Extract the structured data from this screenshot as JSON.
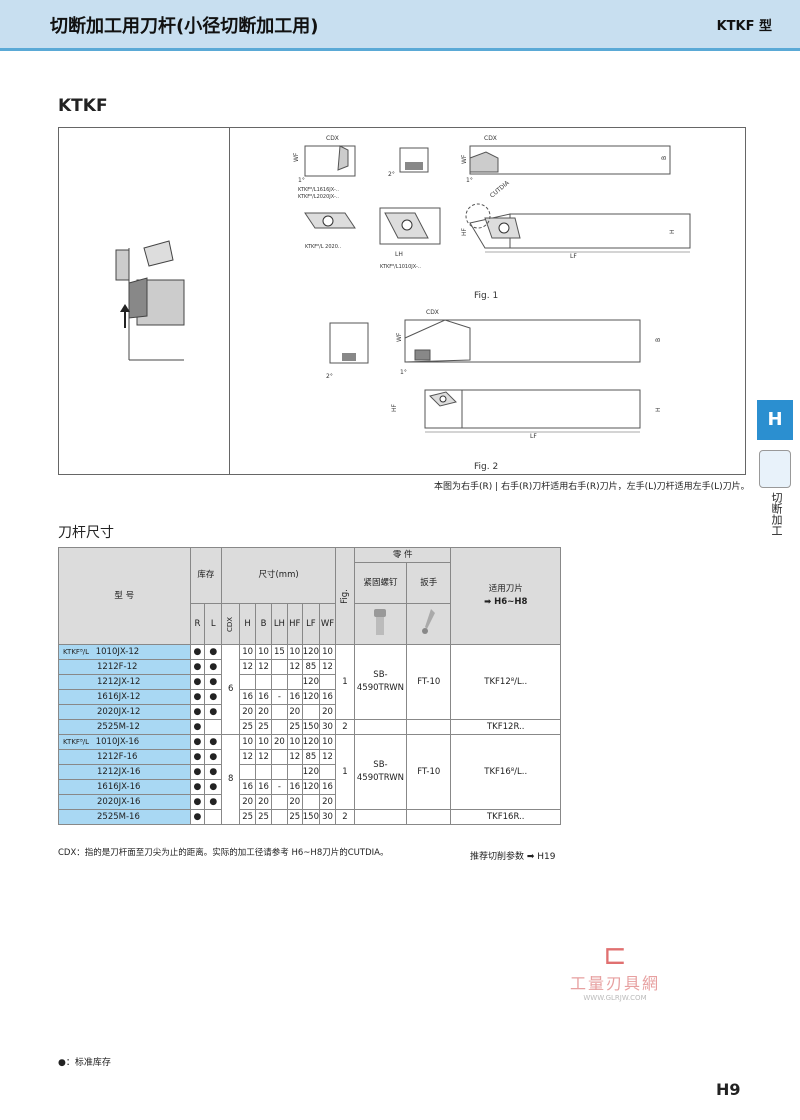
{
  "header": {
    "title": "切断加工用刀杆(小径切断加工用)",
    "type": "KTKF 型"
  },
  "section_title": "KTKF",
  "figure": {
    "fig1": "Fig. 1",
    "fig2": "Fig. 2",
    "labels": {
      "cdx": "CDX",
      "wf": "WF",
      "hf": "HF",
      "lh": "LH",
      "lf": "LF",
      "h": "H",
      "b": "B",
      "cutdia": "CUTDIA",
      "one_deg": "1°",
      "two_deg": "2°",
      "model_a": "KTKF⁸/L1616JX-..",
      "model_b": "KTKF⁸/L2020JX-..",
      "model_c": "KTKF⁸/L 2020..",
      "model_d": "KTKF⁸/L1010JX-.."
    },
    "note": "本图为右手(R) | 右手(R)刀杆适用右手(R)刀片，左手(L)刀杆适用左手(L)刀片。"
  },
  "table_title": "刀杆尺寸",
  "table": {
    "h_model": "型 号",
    "h_stock": "库存",
    "h_dims": "尺寸(mm)",
    "h_fig": "Fig.",
    "h_parts": "零 件",
    "h_screw": "紧固螺钉",
    "h_wrench": "扳手",
    "h_insert": "适用刀片",
    "h_insert_range": "➡ H6~H8",
    "c_r": "R",
    "c_l": "L",
    "c_cdx": "CDX",
    "c_h": "H",
    "c_b": "B",
    "c_lh": "LH",
    "c_hf": "HF",
    "c_lf": "LF",
    "c_wf": "WF",
    "dot": "●",
    "g1": {
      "prefix": "KTKF⁸/L",
      "cdx": "6",
      "fig1": "1",
      "fig2": "2",
      "screw": "SB-4590TRWN",
      "wrench": "FT-10",
      "insert1": "TKF12⁸/L..",
      "insert2": "TKF12R..",
      "rows": [
        {
          "m": "1010JX-12",
          "r": "●",
          "l": "●",
          "h": "10",
          "b": "10",
          "lh": "15",
          "hf": "10",
          "lf": "120",
          "wf": "10"
        },
        {
          "m": "1212F-12",
          "r": "●",
          "l": "●",
          "h": "12",
          "b": "12",
          "lh": "",
          "hf": "12",
          "lf": "85",
          "wf": "12"
        },
        {
          "m": "1212JX-12",
          "r": "●",
          "l": "●",
          "h": "",
          "b": "",
          "lh": "",
          "hf": "",
          "lf": "120",
          "wf": ""
        },
        {
          "m": "1616JX-12",
          "r": "●",
          "l": "●",
          "h": "16",
          "b": "16",
          "lh": "-",
          "hf": "16",
          "lf": "120",
          "wf": "16"
        },
        {
          "m": "2020JX-12",
          "r": "●",
          "l": "●",
          "h": "20",
          "b": "20",
          "lh": "",
          "hf": "20",
          "lf": "",
          "wf": "20"
        },
        {
          "m": "2525M-12",
          "r": "●",
          "l": "",
          "h": "25",
          "b": "25",
          "lh": "",
          "hf": "25",
          "lf": "150",
          "wf": "30"
        }
      ]
    },
    "g2": {
      "prefix": "KTKF⁸/L",
      "cdx": "8",
      "fig1": "1",
      "fig2": "2",
      "screw": "SB-4590TRWN",
      "wrench": "FT-10",
      "insert1": "TKF16⁸/L..",
      "insert2": "TKF16R..",
      "rows": [
        {
          "m": "1010JX-16",
          "r": "●",
          "l": "●",
          "h": "10",
          "b": "10",
          "lh": "20",
          "hf": "10",
          "lf": "120",
          "wf": "10"
        },
        {
          "m": "1212F-16",
          "r": "●",
          "l": "●",
          "h": "12",
          "b": "12",
          "lh": "",
          "hf": "12",
          "lf": "85",
          "wf": "12"
        },
        {
          "m": "1212JX-16",
          "r": "●",
          "l": "●",
          "h": "",
          "b": "",
          "lh": "",
          "hf": "",
          "lf": "120",
          "wf": ""
        },
        {
          "m": "1616JX-16",
          "r": "●",
          "l": "●",
          "h": "16",
          "b": "16",
          "lh": "-",
          "hf": "16",
          "lf": "120",
          "wf": "16"
        },
        {
          "m": "2020JX-16",
          "r": "●",
          "l": "●",
          "h": "20",
          "b": "20",
          "lh": "",
          "hf": "20",
          "lf": "",
          "wf": "20"
        },
        {
          "m": "2525M-16",
          "r": "●",
          "l": "",
          "h": "25",
          "b": "25",
          "lh": "",
          "hf": "25",
          "lf": "150",
          "wf": "30"
        }
      ]
    }
  },
  "footer": {
    "cdx_note": "CDX：指的是刀杆面至刀尖为止的距离。实际的加工径请参考 H6~H8刀片的CUTDIA。",
    "cutting_ref": "推荐切削参数 ➡ H19",
    "legend": "●：标准库存",
    "page": "H9"
  },
  "side": {
    "tab": "H",
    "text": "切断加工"
  },
  "watermark": {
    "name": "工量刃具網",
    "url": "WWW.GLRJW.COM",
    "color": "#e7a0a0"
  }
}
